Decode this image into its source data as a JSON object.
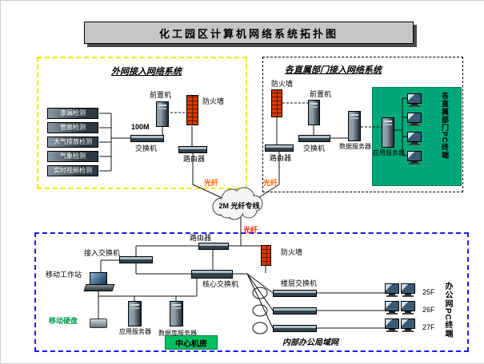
{
  "title": "化工园区计算机网络系统拓扑图",
  "extnet": {
    "title": "外网接入网络系统",
    "sensors": [
      "渗漏检测",
      "管廊检测",
      "大气排放检测",
      "气象检测",
      "实时视频检测"
    ],
    "bandwidth_label": "100M",
    "switch_label": "交换机",
    "frontend_label": "前置机",
    "firewall_label": "防火墙",
    "router_label": "路由器",
    "fiber_label": "光纤"
  },
  "dept": {
    "title": "各直属部门接入网络系统",
    "firewall_label": "防火墙",
    "frontend_label": "前置机",
    "switch_label": "交换机",
    "router_label": "路由器",
    "data_server_label": "数据服务器",
    "app_server_label": "应用服务器",
    "pc_terminals_label": "各直属部门PC终端",
    "fiber_label": "光纤"
  },
  "wan": {
    "cloud_label": "2M 光纤专线",
    "fiber_label": "光纤"
  },
  "internal": {
    "router_label": "路由器",
    "access_switch_label": "接入交换机",
    "firewall_label": "防火墙",
    "core_switch_label": "核心交换机",
    "workstation_label": "移动工作站",
    "mobile_disk_label": "移动硬盘",
    "app_server_label": "应用服务器",
    "db_server_label": "数据库服务器",
    "server_room_label": "中心机房",
    "floor_switch_label": "楼层交换机",
    "floors": [
      "25F",
      "26F",
      "27F"
    ],
    "office_pc_label": "办公网PC终端",
    "lan_label": "内部办公局域网"
  },
  "colors": {
    "firewall_red": "#d93a00",
    "extnet_border": "#f5e400",
    "dept_border": "#000000",
    "internal_border": "#1a1aff",
    "dept_pc_panel": "#00a878",
    "server_room_bg": "#00c060",
    "fiber_text": "#ff6600",
    "fiber_text_red": "#ff2200",
    "mobile_disk_text": "#00a050"
  }
}
